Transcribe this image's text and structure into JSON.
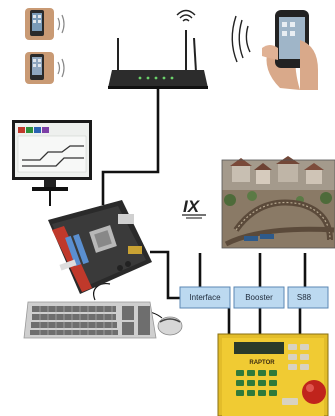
{
  "logo": {
    "text": "IX"
  },
  "interfaces": [
    {
      "label": "Interface"
    },
    {
      "label": "Booster"
    },
    {
      "label": "S88"
    }
  ],
  "handheld": {
    "brand": "RAPTOR"
  },
  "colors": {
    "link_line": "#111111",
    "module_fill": "#bcd9f0",
    "module_border": "#5b87b3",
    "board_red": "#c0392b",
    "controller_yellow": "#e8c220"
  }
}
